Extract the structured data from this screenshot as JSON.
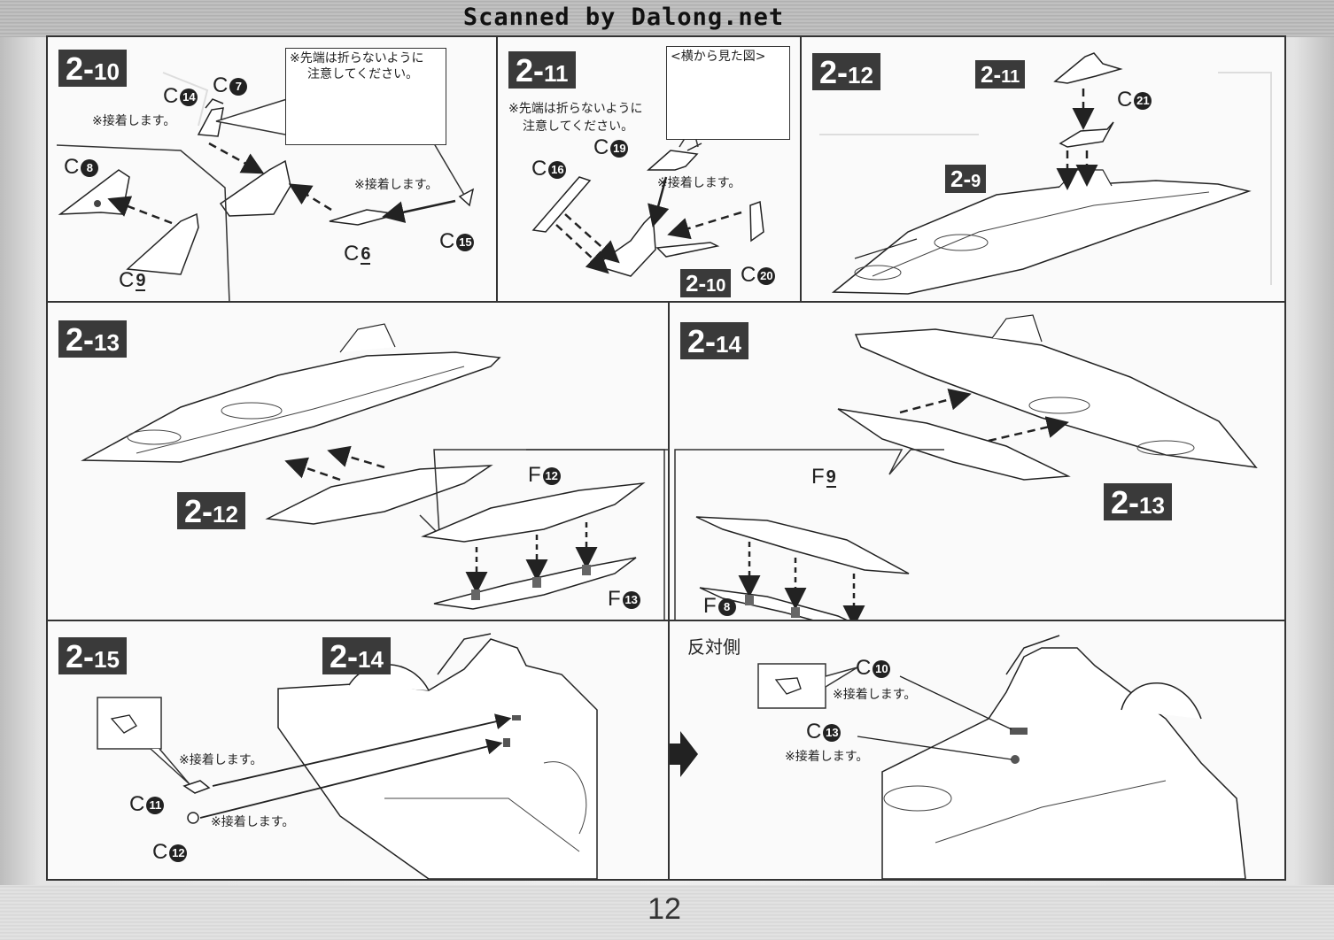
{
  "header": {
    "scan_credit": "Scanned by Dalong.net"
  },
  "footer": {
    "page_number": "12"
  },
  "steps": [
    {
      "id": "2-10",
      "major": "2-",
      "minor": "10",
      "caution": [
        "※先端は折らないように",
        "注意してください。"
      ],
      "glue_notes": [
        "※接着します。",
        "※接着します。"
      ],
      "parts": [
        {
          "letter": "C",
          "num": "14"
        },
        {
          "letter": "C",
          "num": "7"
        },
        {
          "letter": "C",
          "num": "8"
        },
        {
          "letter": "C",
          "num": "9"
        },
        {
          "letter": "C",
          "num": "6"
        },
        {
          "letter": "C",
          "num": "15"
        }
      ]
    },
    {
      "id": "2-11",
      "major": "2-",
      "minor": "11",
      "side_view": "<横から見た図>",
      "caution": [
        "※先端は折らないように",
        "注意してください。"
      ],
      "glue_notes": [
        "※接着します。"
      ],
      "parts": [
        {
          "letter": "C",
          "num": "19"
        },
        {
          "letter": "C",
          "num": "16"
        },
        {
          "letter": "C",
          "num": "20"
        }
      ],
      "ref": {
        "major": "2-",
        "minor": "10"
      }
    },
    {
      "id": "2-12",
      "major": "2-",
      "minor": "12",
      "refs": [
        {
          "major": "2-",
          "minor": "11"
        },
        {
          "major": "2-",
          "minor": "9"
        }
      ],
      "parts": [
        {
          "letter": "C",
          "num": "21"
        }
      ]
    },
    {
      "id": "2-13",
      "major": "2-",
      "minor": "13",
      "ref": {
        "major": "2-",
        "minor": "12"
      },
      "parts": [
        {
          "letter": "F",
          "num": "12"
        },
        {
          "letter": "F",
          "num": "13"
        }
      ]
    },
    {
      "id": "2-14",
      "major": "2-",
      "minor": "14",
      "ref": {
        "major": "2-",
        "minor": "13"
      },
      "parts": [
        {
          "letter": "F",
          "num": "9"
        },
        {
          "letter": "F",
          "num": "8"
        }
      ]
    },
    {
      "id": "2-15",
      "major": "2-",
      "minor": "15",
      "ref": {
        "major": "2-",
        "minor": "14"
      },
      "glue_notes": [
        "※接着します。",
        "※接着します。"
      ],
      "parts": [
        {
          "letter": "C",
          "num": "11"
        },
        {
          "letter": "C",
          "num": "12"
        }
      ],
      "opposite_side": {
        "heading": "反対側",
        "glue_notes": [
          "※接着します。",
          "※接着します。"
        ],
        "parts": [
          {
            "letter": "C",
            "num": "10"
          },
          {
            "letter": "C",
            "num": "13"
          }
        ]
      }
    }
  ]
}
